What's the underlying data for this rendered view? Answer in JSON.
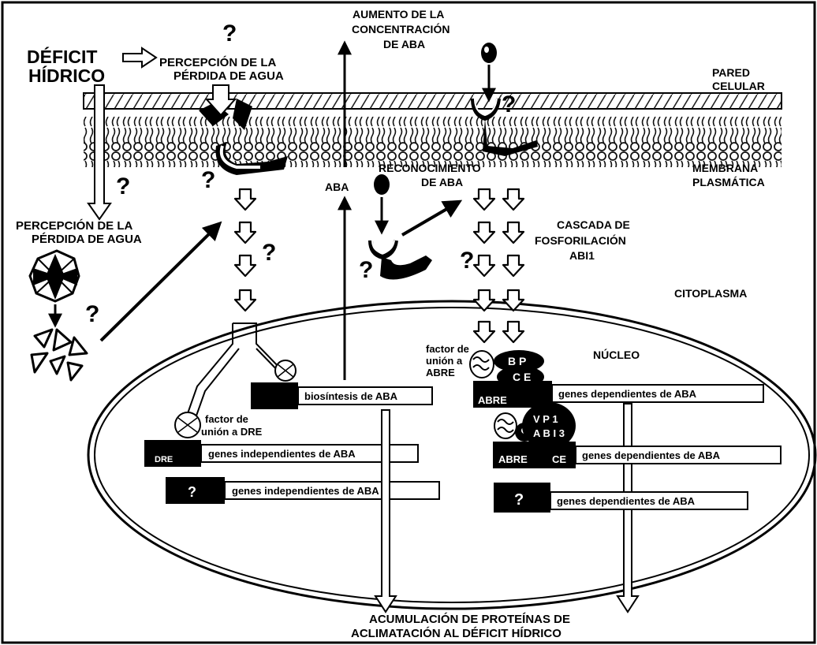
{
  "labels": {
    "deficit_line1": "DÉFICIT",
    "deficit_line2": "HÍDRICO",
    "perception_top_line1": "PERCEPCIÓN DE LA",
    "perception_top_line2": "PÉRDIDA DE AGUA",
    "aba_increase_line1": "AUMENTO DE LA",
    "aba_increase_line2": "CONCENTRACIÓN",
    "aba_increase_line3": "DE ABA",
    "cell_wall_line1": "PARED",
    "cell_wall_line2": "CELULAR",
    "membrane_line1": "MEMBRANA",
    "membrane_line2": "PLASMÁTICA",
    "recognition_line1": "RECONOCIMIENTO",
    "recognition_line2": "DE ABA",
    "aba_small": "ABA",
    "perception_left_line1": "PERCEPCIÓN DE LA",
    "perception_left_line2": "PÉRDIDA DE AGUA",
    "cascade_line1": "CASCADA DE",
    "cascade_line2": "FOSFORILACIÓN",
    "cascade_line3": "ABI1",
    "cytoplasm": "CITOPLASMA",
    "nucleus": "NÚCLEO",
    "dre_factor_line1": "factor de",
    "dre_factor_line2": "unión a DRE",
    "abre_factor_line1": "factor de",
    "abre_factor_line2": "unión a",
    "abre_factor_line3": "ABRE",
    "result_line1": "ACUMULACIÓN DE PROTEÍNAS DE",
    "result_line2": "ACLIMATACIÓN AL DÉFICIT HÍDRICO",
    "question_mark": "?",
    "bp": "B P",
    "ce": "C E",
    "vp1": "V P 1",
    "abi3": "A B I 3",
    "dre_tag": "DRE",
    "abre_tag": "ABRE",
    "ce_tag": "CE"
  },
  "gene_boxes": {
    "biosynthesis": "biosíntesis de ABA",
    "independent_1": "genes independientes de ABA",
    "independent_2": "genes independientes de ABA",
    "dependent_1": "genes dependientes de ABA",
    "dependent_2": "genes dependientes de ABA",
    "dependent_3": "genes dependientes de ABA"
  }
}
